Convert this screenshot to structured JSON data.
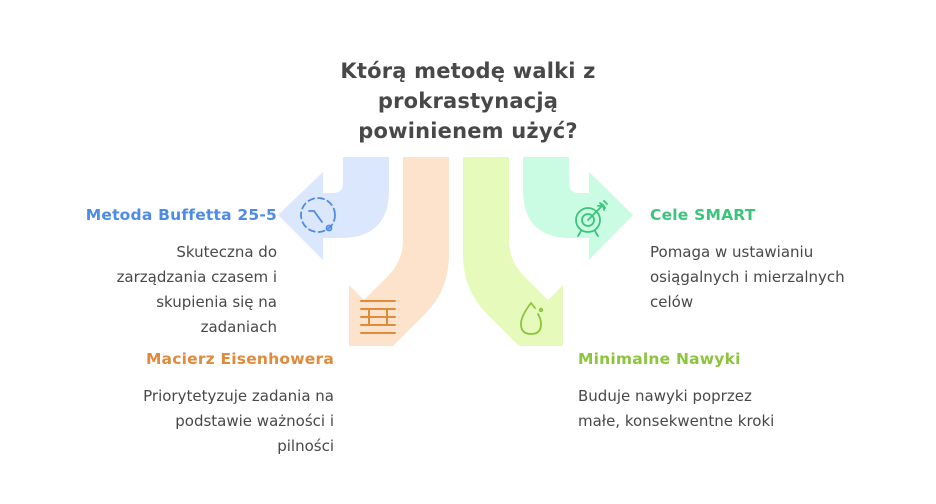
{
  "title": [
    "Którą metodę walki z",
    "prokrastynacją",
    "powinienem użyć?"
  ],
  "colors": {
    "title_text": "#484848",
    "body_text": "#484848"
  },
  "options": [
    {
      "id": "buffett",
      "heading": "Metoda Buffetta 25-5",
      "description": [
        "Skuteczna do",
        "zarządzania czasem i",
        "skupienia się na",
        "zadaniach"
      ],
      "icon": "timer-icon",
      "arrow_direction": "left",
      "accent": "#4e8ae8",
      "arrow_fill": "#dbe7fd"
    },
    {
      "id": "eisenhower",
      "heading": "Macierz Eisenhowera",
      "description": [
        "Priorytetyzuje zadania na",
        "podstawie ważności i",
        "pilności"
      ],
      "icon": "grid-matrix-icon",
      "arrow_direction": "down-left",
      "accent": "#e08a3c",
      "arrow_fill": "#fde2cc"
    },
    {
      "id": "minimal-habits",
      "heading": "Minimalne Nawyki",
      "description": [
        "Buduje nawyki poprzez",
        "małe, konsekwentne kroki"
      ],
      "icon": "droplet-icon",
      "arrow_direction": "down-right",
      "accent": "#8cc43c",
      "arrow_fill": "#e6fbbb"
    },
    {
      "id": "smart",
      "heading": "Cele SMART",
      "description": [
        "Pomaga w ustawianiu",
        "osiągalnych i mierzalnych",
        "celów"
      ],
      "icon": "target-arrow-icon",
      "arrow_direction": "right",
      "accent": "#3cc47c",
      "arrow_fill": "#c9fce2"
    }
  ]
}
